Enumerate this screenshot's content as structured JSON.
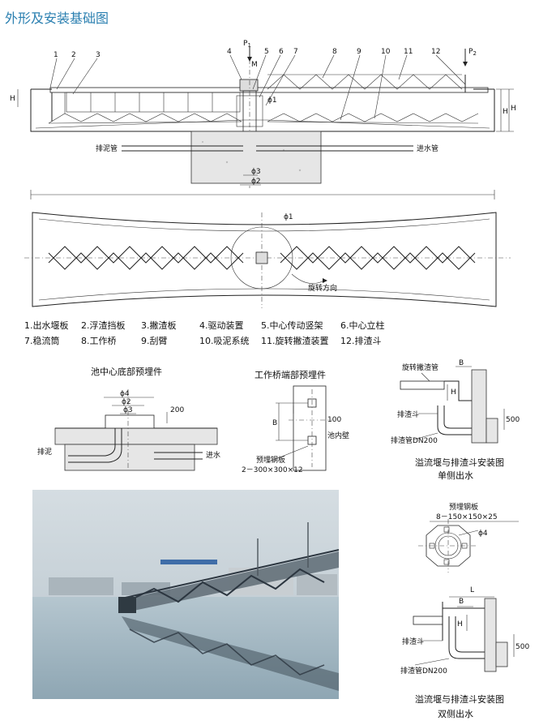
{
  "title": "外形及安装基础图",
  "top_view": {
    "callouts": [
      "1",
      "2",
      "3",
      "4",
      "5",
      "6",
      "7",
      "8",
      "9",
      "10",
      "11",
      "12"
    ],
    "p1": "P",
    "p1_sub": "1",
    "p2": "P",
    "p2_sub": "2",
    "m": "M",
    "phi1": "ϕ1",
    "phi2": "ϕ2",
    "phi3": "ϕ3",
    "h": "H",
    "h1": "H",
    "h2": "H",
    "outlet_pipe": "排泥管",
    "inlet_pipe": "进水管"
  },
  "plan_view": {
    "phi1": "ϕ1",
    "rotation": "旋转方向"
  },
  "legend": [
    "1.出水堰板",
    "2.浮渣挡板",
    "3.撇渣板",
    "4.驱动装置",
    "5.中心传动竖架",
    "6.中心立柱",
    "7.稳流筒",
    "8.工作桥",
    "9.刮臂",
    "10.吸泥系统",
    "11.旋转撇渣装置",
    "12.排渣斗"
  ],
  "detail_center": {
    "title": "池中心底部预埋件",
    "phi4": "ϕ4",
    "phi2": "ϕ2",
    "phi3": "ϕ3",
    "dim200": "200",
    "drain": "排泥",
    "inlet": "进水"
  },
  "detail_bridge": {
    "title": "工作桥端部预埋件",
    "dim100": "100",
    "b": "B",
    "wall": "池内壁",
    "plate": "预埋钢板",
    "plate_spec": "2－300×300×12"
  },
  "detail_single": {
    "skimmer_pipe": "旋转撇渣管",
    "b1": "B",
    "h3": "H",
    "dim500": "500",
    "hopper": "排渣斗",
    "pipe": "排渣管DN200",
    "caption1": "溢流堰与排渣斗安装图",
    "caption2": "单侧出水"
  },
  "detail_double": {
    "plate": "预埋钢板",
    "plate_spec": "8－150×150×25",
    "phi4": "ϕ4",
    "l": "L",
    "b1": "B",
    "h3": "H",
    "dim500": "500",
    "hopper": "排渣斗",
    "pipe": "排渣管DN200",
    "caption1": "溢流堰与排渣斗安装图",
    "caption2": "双侧出水"
  },
  "photo": {
    "sky": "#c9d2d8",
    "water": "#a9bcc6",
    "bridge": "#3d4a55"
  }
}
